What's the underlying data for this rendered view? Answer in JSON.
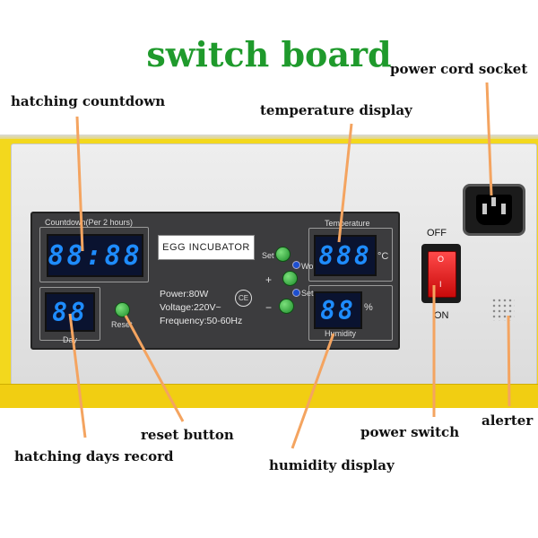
{
  "title": "switch board",
  "callouts": {
    "hatching_countdown": "hatching countdown",
    "temperature_display": "temperature display",
    "power_cord_socket": "power cord socket",
    "reset_button": "reset button",
    "hatching_days_record": "hatching days record",
    "humidity_display": "humidity display",
    "power_switch": "power switch",
    "alerter": "alerter"
  },
  "panel": {
    "countdown_label": "Countdown(Per 2 hours)",
    "countdown_digits": "88:88",
    "days_digits": "88",
    "days_label": "Day",
    "reset_label": "Reset",
    "egg_incubator": "EGG INCUBATOR",
    "power": "Power:80W",
    "voltage": "Voltage:220V~",
    "frequency": "Frequency:50-60Hz",
    "ce_mark": "CE",
    "set_label": "Set",
    "work_label": "Work",
    "plus_label": "+",
    "set2_label": "Set",
    "minus_label": "−",
    "temperature_label": "Temperature",
    "temperature_digits": "888",
    "celsius": "°C",
    "humidity_digits": "88",
    "percent": "%",
    "humidity_label": "Humidity"
  },
  "switch": {
    "off_label": "OFF",
    "on_label": "ON",
    "o_mark": "O",
    "i_mark": "I"
  },
  "colors": {
    "title": "#1f9a2c",
    "callout_line": "#f4a460",
    "lcd_digit": "#1e8cff",
    "rocker": "#e01818",
    "housing": "#f3d81d"
  }
}
